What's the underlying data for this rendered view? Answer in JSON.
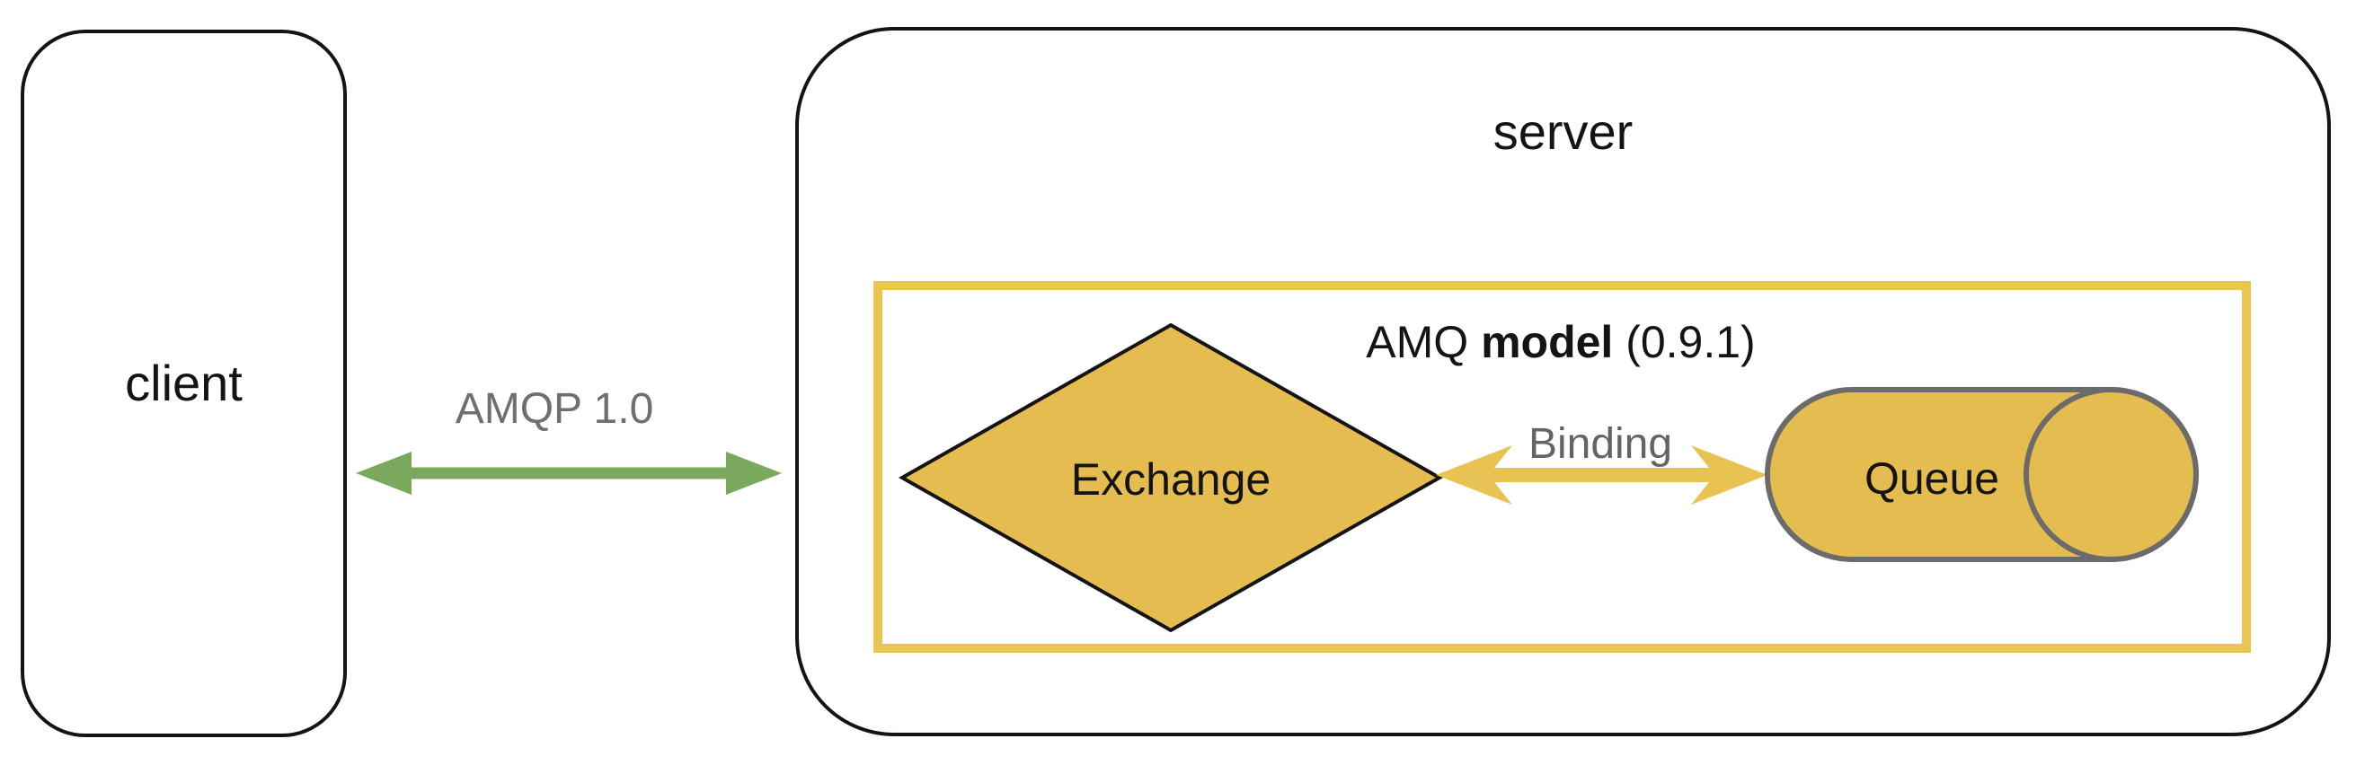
{
  "client_box": {
    "label": "client"
  },
  "amqp_link": {
    "label": "AMQP 1.0",
    "arrow_color": "#7AA95D",
    "label_color": "#6F6F6F"
  },
  "server_box": {
    "label": "server"
  },
  "amq_model_box": {
    "title_prefix": "AMQ ",
    "title_bold": "model",
    "title_suffix": " (0.9.1)",
    "border_color": "#EAC54F"
  },
  "exchange": {
    "label": "Exchange",
    "fill_color": "#E5BC50",
    "stroke_color": "#141414"
  },
  "binding": {
    "label": "Binding",
    "arrow_color": "#E8C253",
    "label_color": "#646464"
  },
  "queue": {
    "label": "Queue",
    "fill_color": "#E5BC50",
    "stroke_color": "#6B6B6B"
  }
}
